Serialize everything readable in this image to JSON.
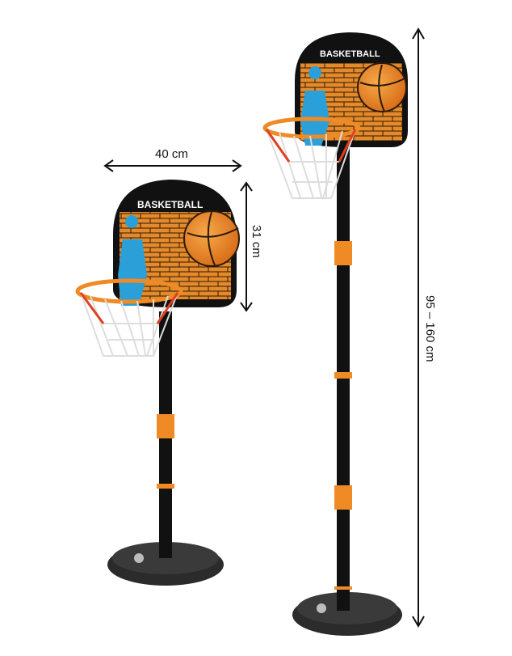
{
  "product": {
    "backboard_text": "BASKETBALL"
  },
  "dimensions": {
    "width_label": "40 cm",
    "height_board_label": "31 cm",
    "total_height_label": "95 – 160 cm"
  },
  "colors": {
    "orange": "#f08a24",
    "brick": "#e58a2a",
    "black": "#111111",
    "player": "#2a9fd8",
    "base": "#2b2b2b"
  }
}
